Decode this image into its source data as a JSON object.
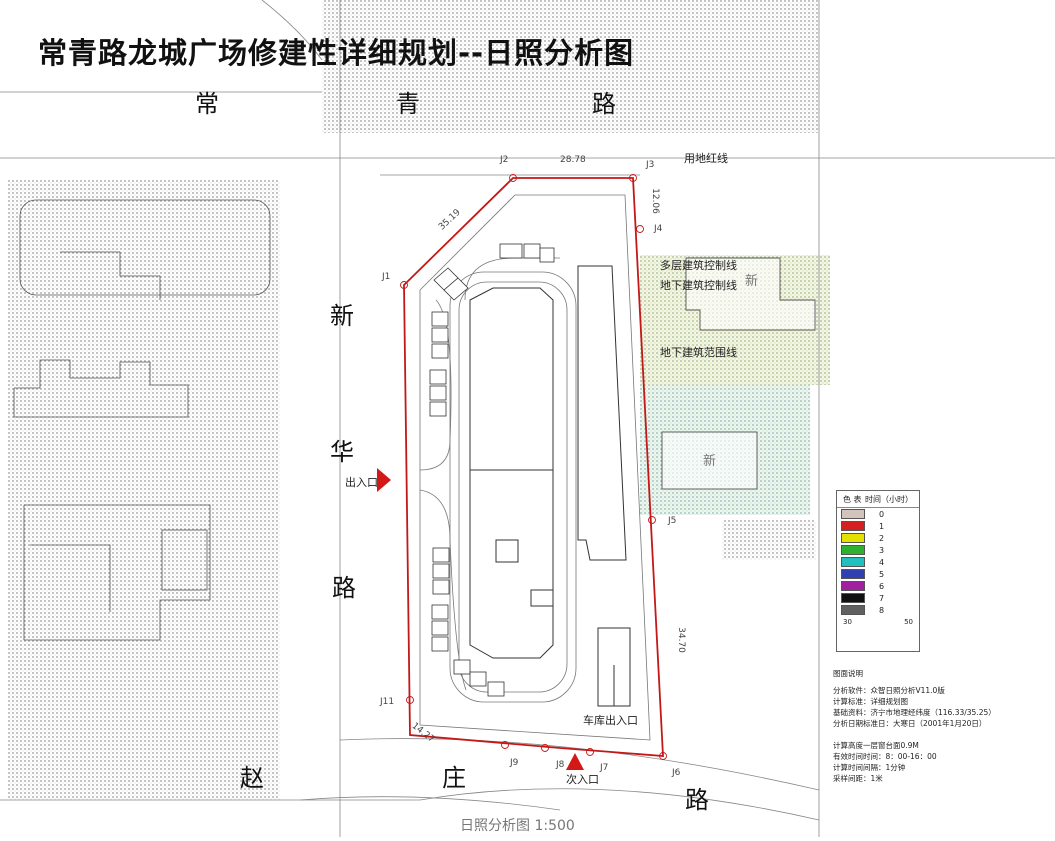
{
  "title": "常青路龙城广场修建性详细规划--日照分析图",
  "roads": {
    "north": [
      "常",
      "青",
      "路"
    ],
    "west": [
      "新",
      "华",
      "路"
    ],
    "south": [
      "赵",
      "庄",
      "路"
    ]
  },
  "annotations": {
    "redline": "用地红线",
    "multi_storey_control": "多层建筑控制线",
    "underground_control": "地下建筑控制线",
    "underground_range": "地下建筑范围线",
    "garage_entrance": "车库出入口",
    "entrance_west": "出入口",
    "entrance_south": "次入口",
    "new_building_1": "新",
    "new_building_2": "新"
  },
  "points": [
    "J1",
    "J2",
    "J3",
    "J4",
    "J5",
    "J6",
    "J7",
    "J8",
    "J9",
    "J11"
  ],
  "dimensions": [
    "28.78",
    "35.19",
    "12.06",
    "34.70",
    "14.27"
  ],
  "legend": {
    "header_left": "色 表",
    "header_right": "时间（小时）",
    "rows": [
      {
        "value": "0",
        "color": "#d2c4bc"
      },
      {
        "value": "1",
        "color": "#d42020"
      },
      {
        "value": "2",
        "color": "#e4e000"
      },
      {
        "value": "3",
        "color": "#30b030"
      },
      {
        "value": "4",
        "color": "#20c0c0"
      },
      {
        "value": "5",
        "color": "#3040b0"
      },
      {
        "value": "6",
        "color": "#a020a0"
      },
      {
        "value": "7",
        "color": "#101010"
      },
      {
        "value": "8",
        "color": "#606060"
      }
    ],
    "foot_left": "30",
    "foot_right": "50"
  },
  "notes": {
    "heading": "图面说明",
    "lines": [
      "分析软件：众智日照分析V11.0版",
      "计算标准：详细规划图",
      "基础资料：济宁市地理经纬度（116.33/35.25）",
      "分析日期标准日：大寒日（2001年1月20日）",
      "",
      "计算高度一层窗台面0.9M",
      "有效时间时间：8：00-16：00",
      "计算时间间隔：1分钟",
      "采样间距：1米"
    ]
  },
  "scale_caption": "日照分析图 1:500",
  "colors": {
    "redline": "#c41818",
    "entrance": "#d41818"
  }
}
